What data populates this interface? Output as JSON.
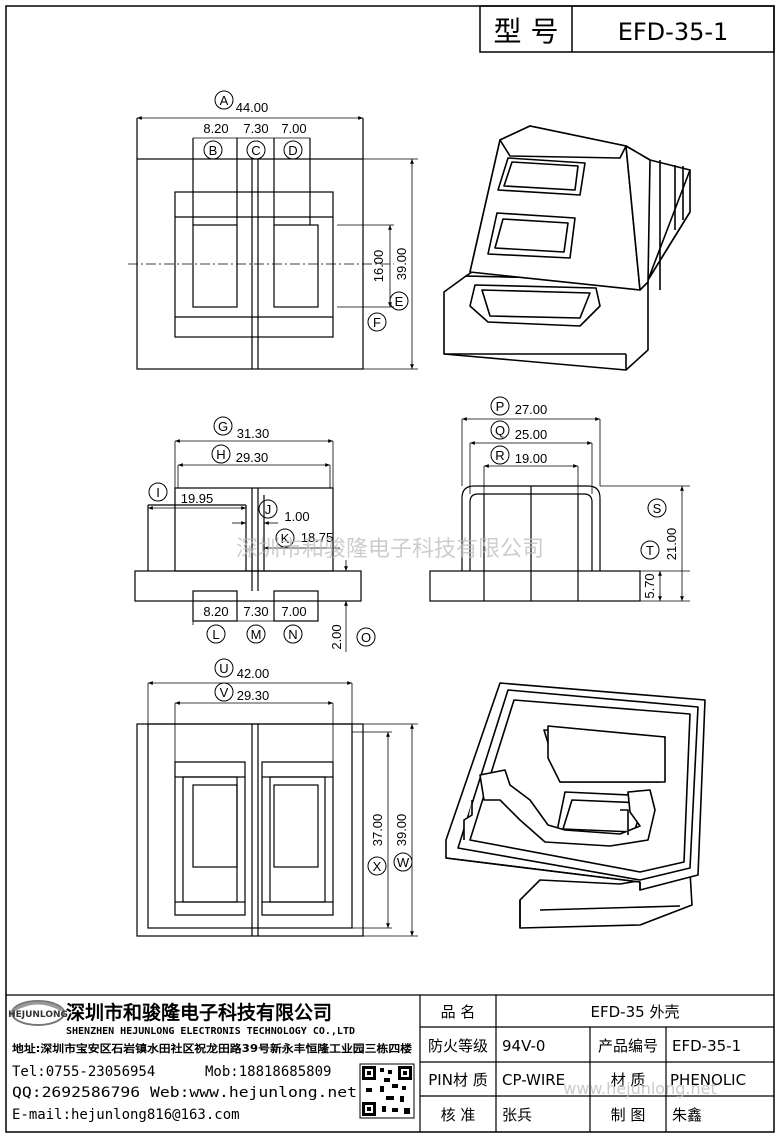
{
  "header": {
    "model_label": "型 号",
    "model_value": "EFD-35-1"
  },
  "top_view": {
    "A": "44.00",
    "B": "8.20",
    "C": "7.30",
    "D": "7.00",
    "E": "16.00",
    "F": "39.00"
  },
  "side_view": {
    "G": "31.30",
    "H": "29.30",
    "I": "19.95",
    "J": "1.00",
    "K": "18.75",
    "L": "8.20",
    "M": "7.30",
    "N": "7.00",
    "O": "2.00"
  },
  "end_view": {
    "P": "27.00",
    "Q": "25.00",
    "R": "19.00",
    "S": "21.00",
    "T": "5.70"
  },
  "bottom_view": {
    "U": "42.00",
    "V": "29.30",
    "X": "37.00",
    "W": "39.00"
  },
  "letters": {
    "A": "A",
    "B": "B",
    "C": "C",
    "D": "D",
    "E": "E",
    "F": "F",
    "G": "G",
    "H": "H",
    "I": "I",
    "J": "J",
    "K": "K",
    "L": "L",
    "M": "M",
    "N": "N",
    "O": "O",
    "P": "P",
    "Q": "Q",
    "R": "R",
    "S": "S",
    "T": "T",
    "U": "U",
    "V": "V",
    "W": "W",
    "X": "X"
  },
  "watermark": {
    "center": "深圳市和骏隆电子科技有限公司",
    "bottom": "www.hejunlong.net"
  },
  "company": {
    "logo_text": "HEJUNLONG",
    "name_cn": "深圳市和骏隆电子科技有限公司",
    "name_en": "SHENZHEN HEJUNLONG ELECTRONIS TECHNOLOGY CO.,LTD",
    "address": "地址:深圳市宝安区石岩镇水田社区祝龙田路39号新永丰恒隆工业园三栋四楼",
    "tel": "Tel:0755-23056954",
    "mob": "Mob:18818685809",
    "qq_web": "QQ:2692586796 Web:www.hejunlong.net",
    "email": "E-mail:hejunlong816@163.com"
  },
  "title_block": {
    "name_label": "品  名",
    "name_value": "EFD-35 外壳",
    "fire_label": "防火等级",
    "fire_value": "94V-0",
    "code_label": "产品编号",
    "code_value": "EFD-35-1",
    "pin_label": "PIN材 质",
    "pin_value": "CP-WIRE",
    "material_label": "材  质",
    "material_value": "PHENOLIC",
    "check_label": "核  准",
    "check_value": "张兵",
    "draw_label": "制  图",
    "draw_value": "朱鑫"
  }
}
